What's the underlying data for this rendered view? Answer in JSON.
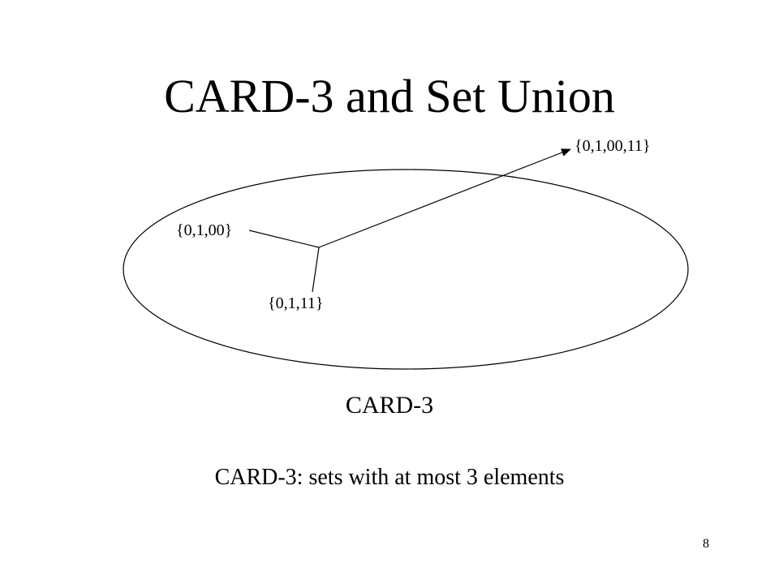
{
  "slide": {
    "title": "CARD-3 and Set Union",
    "page_number": "8"
  },
  "diagram": {
    "sets": {
      "a": "{0,1,00}",
      "b": "{0,1,11}",
      "union": "{0,1,00,11}"
    },
    "region_label": "CARD-3",
    "definition": "CARD-3: sets with at most 3 elements"
  }
}
